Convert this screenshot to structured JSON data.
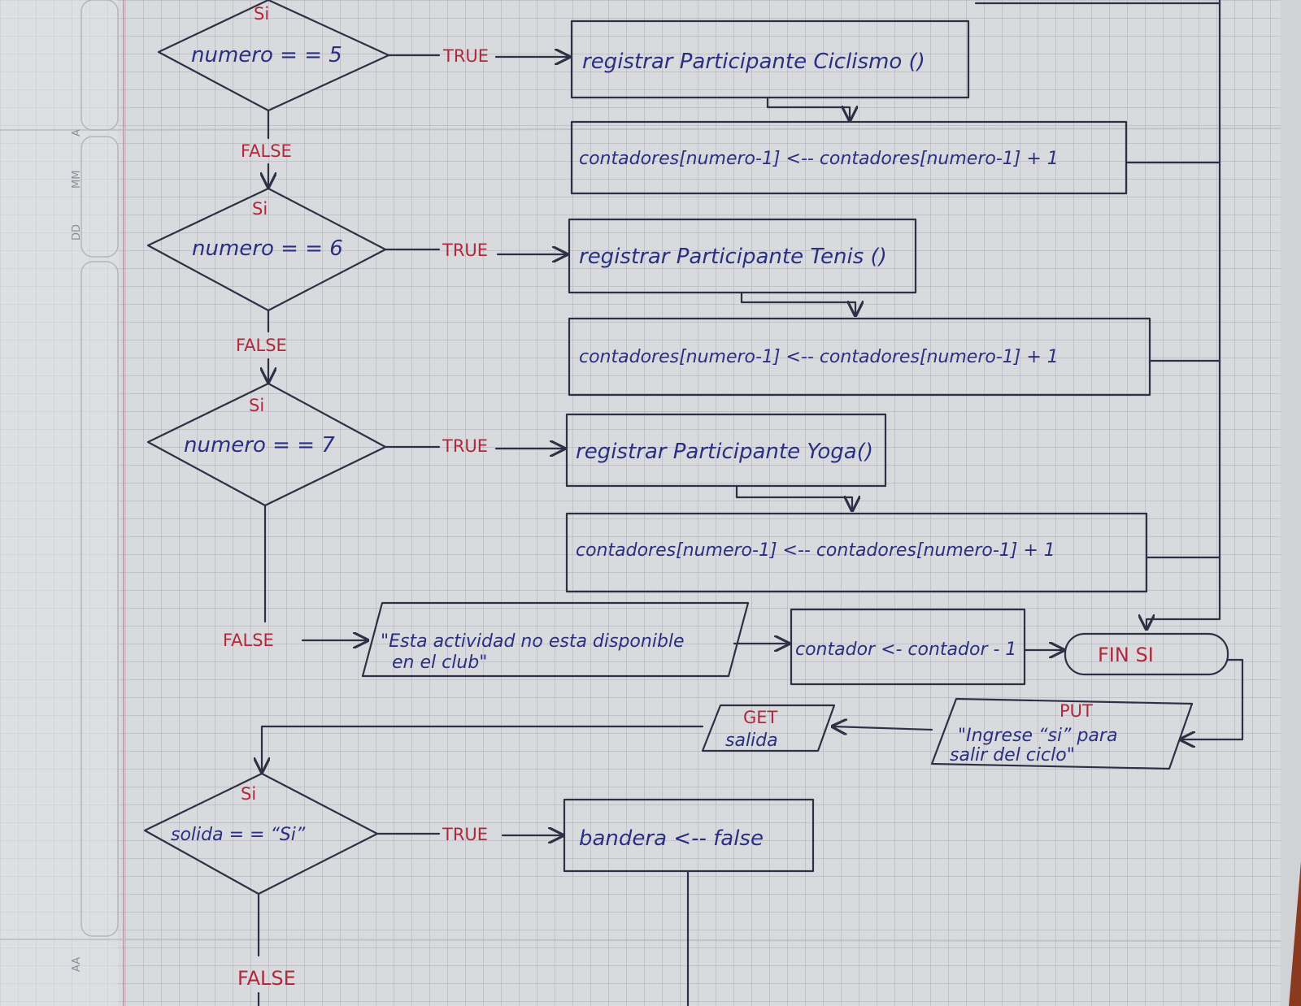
{
  "margin": {
    "aa": "AA",
    "dd": "DD",
    "mm": "MM",
    "a": "A"
  },
  "diamonds": [
    {
      "top": "Si",
      "condition": "numero = = 5"
    },
    {
      "top": "Si",
      "condition": "numero = = 6"
    },
    {
      "top": "Si",
      "condition": "numero = = 7"
    },
    {
      "top": "Si",
      "condition": "solida = = “Si”"
    }
  ],
  "branches": {
    "true": "TRUE",
    "false": "FALSE"
  },
  "processes": [
    "registrar Participante Ciclismo ()",
    "contadores[numero-1] <-- contadores[numero-1] + 1",
    "registrar Participante Tenis ()",
    "contadores[numero-1] <-- contadores[numero-1] + 1",
    "registrar Participante Yoga()",
    "contadores[numero-1] <-- contadores[numero-1] + 1",
    "contador <- contador - 1",
    "bandera <-- false"
  ],
  "output_message": {
    "line1": "\"Esta actividad no esta disponible",
    "line2": "en el club\""
  },
  "end_if": "FIN SI",
  "put_block": {
    "label": "PUT",
    "line1": "\"Ingrese “si” para",
    "line2": "salir del ciclo\""
  },
  "get_block": {
    "label": "GET",
    "line1": "salida"
  },
  "colors": {
    "paper": "#d9dadd",
    "grid": "#a9acb3",
    "ink": "#2d3146",
    "blue_text": "#2a2f82",
    "red_text": "#b0283c"
  }
}
